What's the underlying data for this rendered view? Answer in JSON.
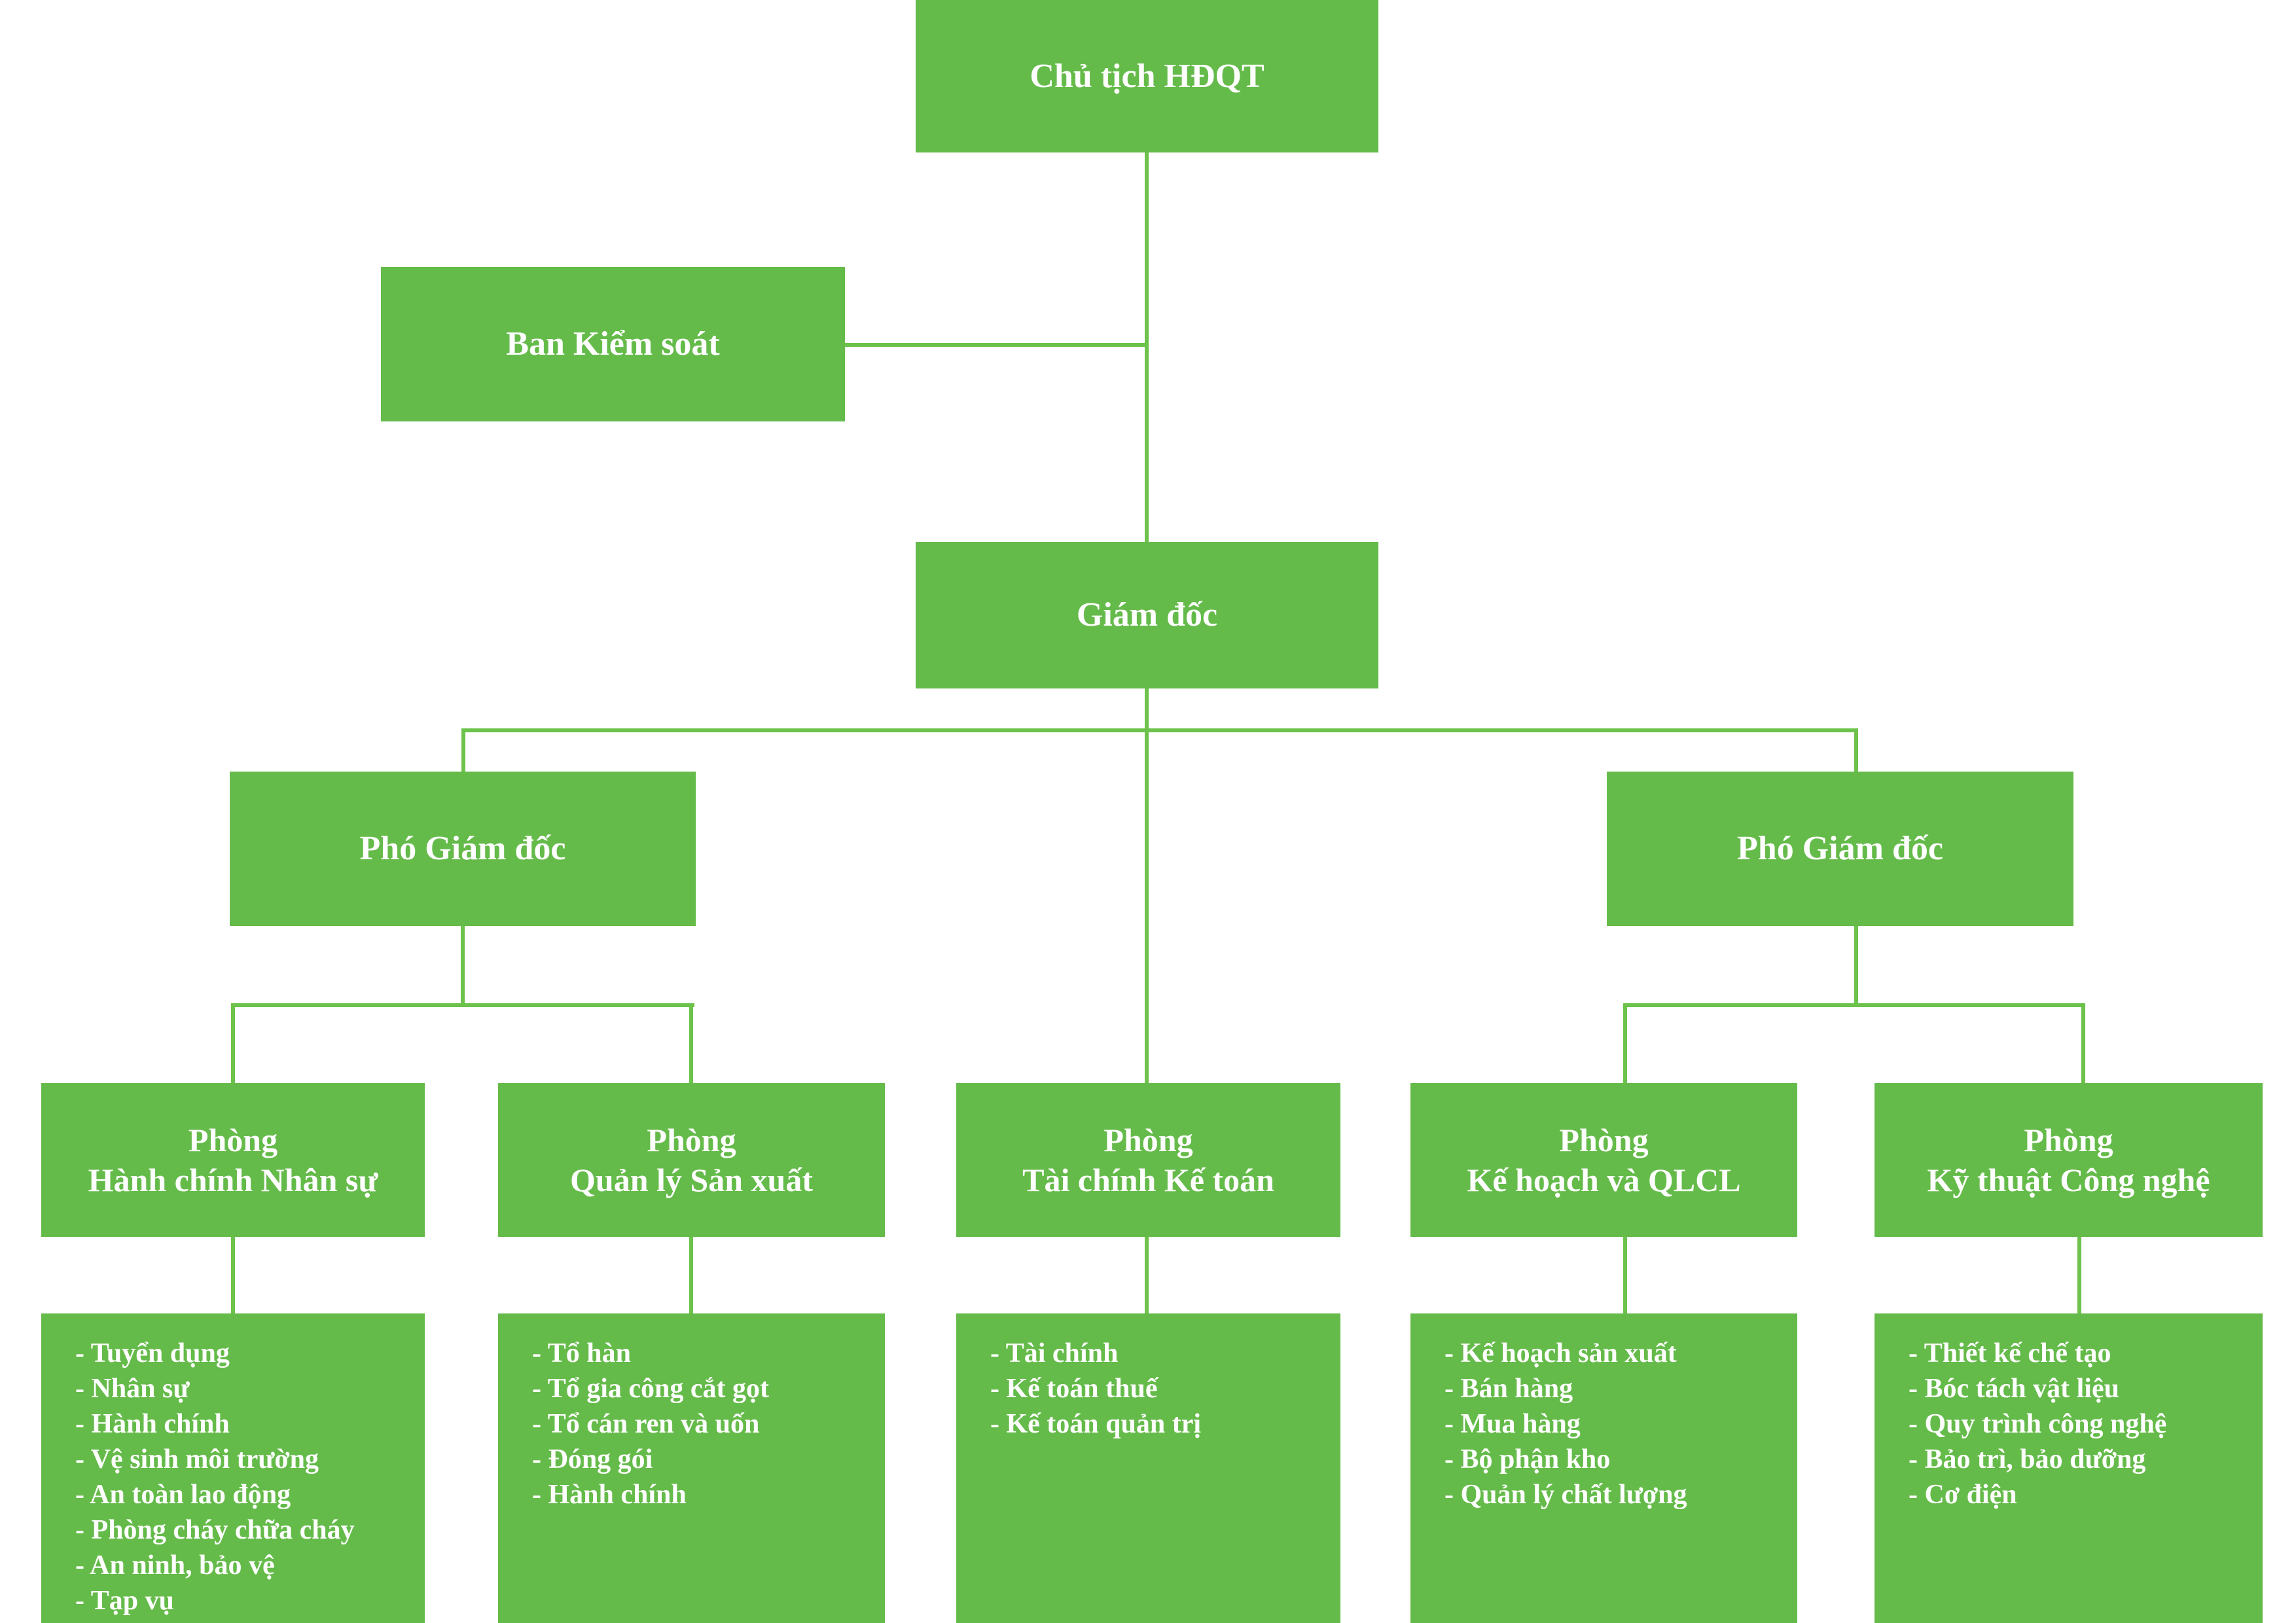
{
  "colors": {
    "box_green": "#65BB4A",
    "line_green": "#6CC24A",
    "text_white": "#FFFFFF"
  },
  "nodes": {
    "chairman": {
      "label": "Chủ tịch HĐQT"
    },
    "supervisory_board": {
      "label": "Ban Kiểm soát"
    },
    "director": {
      "label": "Giám đốc"
    },
    "deputy_left": {
      "label": "Phó Giám đốc"
    },
    "deputy_right": {
      "label": "Phó Giám đốc"
    },
    "departments": [
      {
        "title_line1": "Phòng",
        "title_line2": "Hành chính Nhân sự",
        "units": [
          "Tuyển dụng",
          "Nhân sự",
          "Hành chính",
          "Vệ sinh môi trường",
          "An toàn lao động",
          "Phòng cháy chữa cháy",
          "An ninh, bảo vệ",
          "Tạp vụ"
        ]
      },
      {
        "title_line1": "Phòng",
        "title_line2": "Quản lý Sản xuất",
        "units": [
          "Tổ hàn",
          "Tổ gia công cắt gọt",
          "Tổ cán ren và uốn",
          "Đóng gói",
          "Hành chính"
        ]
      },
      {
        "title_line1": "Phòng",
        "title_line2": "Tài chính Kế toán",
        "units": [
          "Tài chính",
          "Kế toán thuế",
          "Kế toán quản trị"
        ]
      },
      {
        "title_line1": "Phòng",
        "title_line2": "Kế hoạch và QLCL",
        "units": [
          "Kế hoạch sản xuất",
          "Bán hàng",
          "Mua hàng",
          "Bộ phận kho",
          "Quản lý chất lượng"
        ]
      },
      {
        "title_line1": "Phòng",
        "title_line2": "Kỹ thuật Công nghệ",
        "units": [
          "Thiết kế chế tạo",
          "Bóc tách vật liệu",
          "Quy trình công nghệ",
          "Bảo trì, bảo dưỡng",
          "Cơ điện"
        ]
      }
    ]
  },
  "list_item_prefix": "- "
}
